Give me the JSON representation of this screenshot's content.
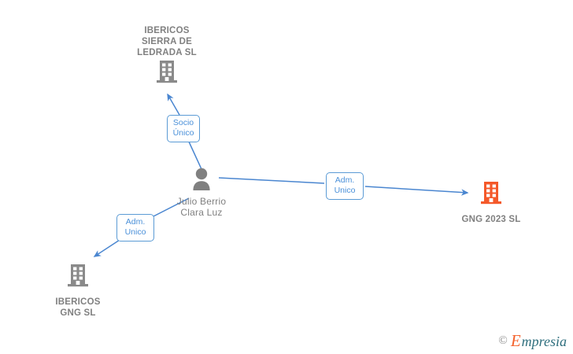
{
  "diagram": {
    "type": "relationship-graph",
    "background_color": "#ffffff",
    "colors": {
      "edge": "#4a86d0",
      "edge_label_border": "#5b9bd5",
      "edge_label_text": "#4a90d9",
      "company_gray": "#808080",
      "company_orange": "#f4592a",
      "person_gray": "#808080",
      "node_text": "#808080"
    },
    "nodes": [
      {
        "id": "ibericos-sierra-de-ledrada",
        "kind": "company",
        "icon": "building-icon",
        "icon_color": "#808080",
        "label": "IBERICOS\nSIERRA DE\nLEDRADA  SL",
        "label_position": "above"
      },
      {
        "id": "julio-berrio-clara-luz",
        "kind": "person",
        "icon": "person-icon",
        "icon_color": "#808080",
        "label": "Julio Berrio\nClara Luz",
        "label_position": "below"
      },
      {
        "id": "gng-2023",
        "kind": "company",
        "icon": "building-icon",
        "icon_color": "#f4592a",
        "label": "GNG 2023  SL",
        "label_position": "below"
      },
      {
        "id": "ibericos-gng",
        "kind": "company",
        "icon": "building-icon",
        "icon_color": "#808080",
        "label": "IBERICOS\nGNG  SL",
        "label_position": "below"
      }
    ],
    "edges": [
      {
        "id": "edge-socio-unico",
        "from": "julio-berrio-clara-luz",
        "to": "ibericos-sierra-de-ledrada",
        "label": "Socio\nÚnico",
        "direction": "up-left"
      },
      {
        "id": "edge-adm-unico-gng2023",
        "from": "julio-berrio-clara-luz",
        "to": "gng-2023",
        "label": "Adm.\nUnico",
        "direction": "right"
      },
      {
        "id": "edge-adm-unico-ibericos-gng",
        "from": "julio-berrio-clara-luz",
        "to": "ibericos-gng",
        "label": "Adm.\nUnico",
        "direction": "down-left"
      }
    ]
  },
  "watermark": {
    "copyright": "©",
    "brand_first": "E",
    "brand_rest": "mpresia"
  }
}
